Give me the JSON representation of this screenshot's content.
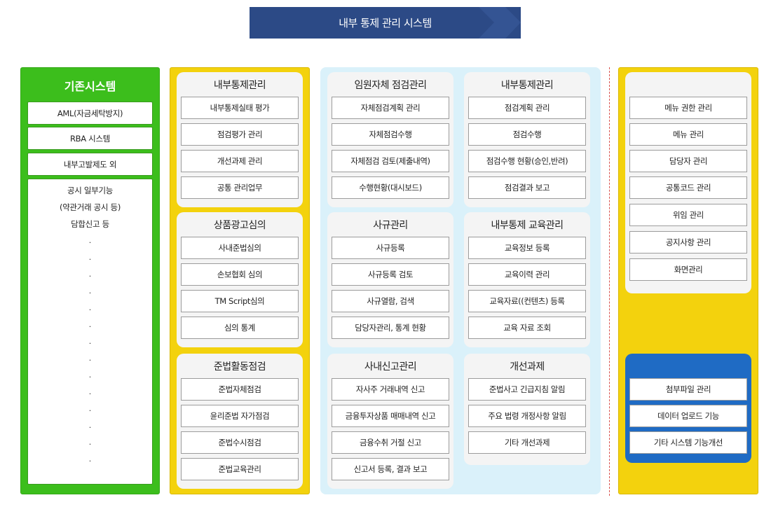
{
  "title": "내부 통제 관리 시스템",
  "colors": {
    "banner": "#2c4a86",
    "green": "#3cbe1c",
    "yellow": "#f3d20d",
    "light_blue": "#daf1fa",
    "dark_blue": "#1f6bc4"
  },
  "legacy": {
    "title": "기존시스템",
    "items": [
      "AML(자금세탁방지)",
      "RBA 시스템",
      "내부고발제도 외"
    ],
    "note_lines": [
      "공시 일부기능",
      "(약관거래 공시 등)",
      "담합신고 등"
    ],
    "dots": [
      ".",
      ".",
      ".",
      ".",
      ".",
      ".",
      ".",
      ".",
      ".",
      ".",
      ".",
      ".",
      ".",
      "."
    ]
  },
  "col1": [
    {
      "title": "내부통제관리",
      "items": [
        "내부통제실태 평가",
        "점검평가 관리",
        "개선과제 관리",
        "공통 관리업무"
      ]
    },
    {
      "title": "상품광고심의",
      "items": [
        "사내준법심의",
        "손보협회 심의",
        "TM Script심의",
        "심의 통계"
      ]
    },
    {
      "title": "준법활동점검",
      "items": [
        "준법자체점검",
        "윤리준법 자가점검",
        "준법수시점검",
        "준법교육관리"
      ]
    }
  ],
  "col2": [
    {
      "title": "임원자체 점검관리",
      "items": [
        "자체점검계획 관리",
        "자체점검수행",
        "자체점검 검토(제출내역)",
        "수행현황(대시보드)"
      ]
    },
    {
      "title": "사규관리",
      "items": [
        "사규등록",
        "사규등록 검토",
        "사규열람, 검색",
        "담당자관리, 통계 현황"
      ]
    },
    {
      "title": "사내신고관리",
      "items": [
        "자사주 거래내역 신고",
        "금융투자상품 매매내역 신고",
        "금융수취 거절 신고",
        "신고서 등록, 결과 보고"
      ]
    }
  ],
  "col3": [
    {
      "title": "내부통제관리",
      "items": [
        "점검계획 관리",
        "점검수행",
        "점검수행 현황(승인,반려)",
        "점검결과 보고"
      ]
    },
    {
      "title": "내부통제 교육관리",
      "items": [
        "교육정보  등록",
        "교육이력 관리",
        "교육자료((컨텐츠) 등록",
        "교육 자료 조회"
      ]
    },
    {
      "title": "개선과제",
      "items": [
        "준법사고 긴급지침 알림",
        "주요 법령 개정사항 알림",
        "기타 개선과제"
      ]
    }
  ],
  "admin": {
    "items": [
      "메뉴 권한 관리",
      "메뉴 관리",
      "담당자 관리",
      "공통코드 관리",
      "위임 관리",
      "공지사항 관리",
      "화면관리"
    ]
  },
  "extra": {
    "items": [
      "첨부파일 관리",
      "데이터 업로드 기능",
      "기타 시스템 기능개선"
    ]
  }
}
